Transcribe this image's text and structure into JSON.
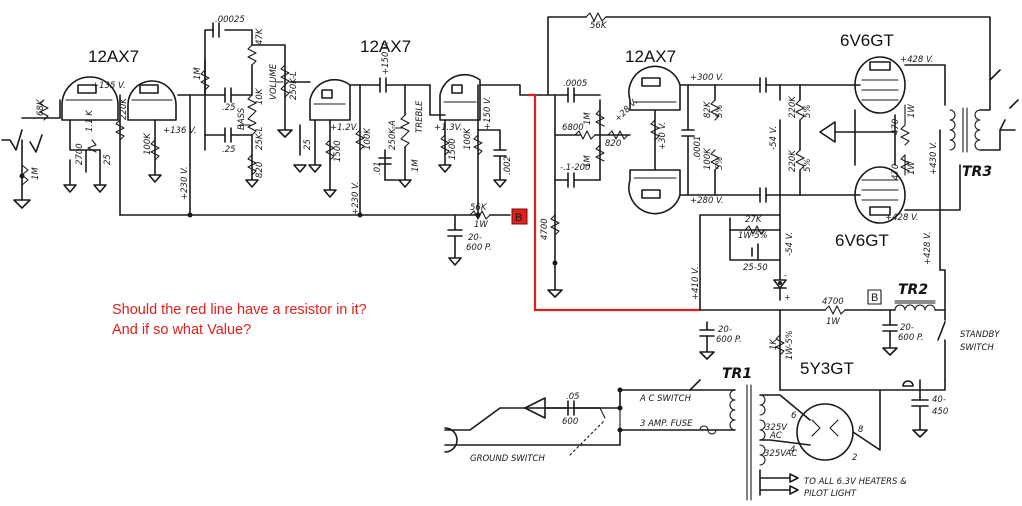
{
  "tubes": {
    "v1": "12AX7",
    "v2": "12AX7",
    "v3": "12AX7",
    "v4": "6V6GT",
    "v5": "6V6GT",
    "rect": "5Y3GT"
  },
  "question": {
    "line1": "Should the red line have a resistor in it?",
    "line2": "And if so what Value?"
  },
  "markers": {
    "b_red": "B",
    "b_box": "B"
  },
  "transformers": {
    "tr1": "TR1",
    "tr2": "TR2",
    "tr3": "TR3"
  },
  "labels": {
    "v135": "+135 V.",
    "v136": "+136 V.",
    "v230a": "+230 V.",
    "v230b": "+230 V.",
    "v12": "+1.2V.",
    "v13": "+1.3V.",
    "v150": "+150 V.",
    "v150b": "+150 V.",
    "v300": "+300 V.",
    "v280": "+280 V.",
    "v428a": "+428 V.",
    "v428b": "+428 V.",
    "v428c": "+428 V.",
    "v430": "+430 V.",
    "v410": "+410 V.",
    "v54a": "-54 V.",
    "v54b": "-54 V.",
    "v30": "+30 V.",
    "v28": "+28 V.",
    "r56k": "56K",
    "r56k1w": "56K",
    "r1w": "1W",
    "c0025": ".00025",
    "r47k": "47K",
    "r1m_a": "1M",
    "c25a": ".25",
    "c25b": ".25",
    "r10k": "10K",
    "bass": "BASS",
    "r25k_l": "25K-L",
    "vol": "VOLUME",
    "r250k_l": "250K-L",
    "r820": "820",
    "r68k": "68K",
    "r1m_b": "1M",
    "r1_1k": "1.1 K",
    "c25c": "25",
    "c25d": "25",
    "r2700": "2700",
    "r220k": "220K",
    "r100k": "100K",
    "c25e": "25",
    "r1500": "1500",
    "r100k_b": "100K",
    "treble": "TREBLE",
    "r250k_a": "250K-A",
    "c01": ".01",
    "r1m_c": "1M",
    "r1500b": "1500",
    "r100k_c": "100K",
    "c002": ".002",
    "c20_600a": "20-",
    "c20_600a2": "600 P.",
    "c0005": ".0005",
    "r6800": "6800",
    "r1m_d": "1M",
    "r820b": "820",
    "r1m_e": "1M",
    "c1200": "-.1-200",
    "c0001": ".0001",
    "r82k": "82K",
    "r5pa": "5%",
    "r100k_d": "100K",
    "r5pb": "5%",
    "r220k_a": "220K",
    "r5pc": "5%",
    "r220k_b": "220K",
    "r5pd": "5%",
    "r470a": "470",
    "r1wa": "1W",
    "r470b": "470",
    "r1wb": "1W",
    "r4700": "4700",
    "r27k": "27K",
    "r1w5": "1W-5%",
    "c2550": "25-50",
    "r4700b": "4700",
    "r1wc": "1W",
    "c20_600b": "20-",
    "c20_600b2": "600 P.",
    "c20_600c": "20-",
    "c20_600c2": "600 P.",
    "standby": "STANDBY",
    "switch": "SWITCH",
    "rk1": "1K",
    "rk2": "1W-5%",
    "ac_switch": "A C SWITCH",
    "fuse": "3 AMP. FUSE",
    "ground_switch": "GROUND SWITCH",
    "c05": ".05",
    "c600": "600",
    "c40": "40-",
    "c450": "450",
    "v325": "325V",
    "ac": "AC",
    "v325vac": "325VAC",
    "p6": "6",
    "p4": "4",
    "p8": "8",
    "p2": "2",
    "heaters": "TO ALL 6.3V HEATERS &",
    "pilot": "PILOT LIGHT"
  }
}
